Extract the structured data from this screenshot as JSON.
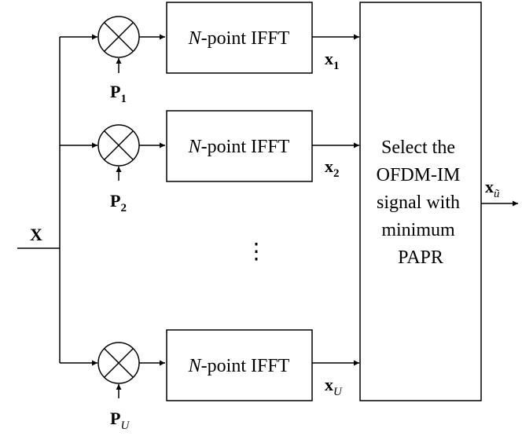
{
  "input": {
    "label": "X"
  },
  "branches": [
    {
      "phase_symbol": "P",
      "phase_subscript": "1",
      "block_var": "N",
      "block_rest": "-point IFFT",
      "output_symbol": "x",
      "output_subscript": "1"
    },
    {
      "phase_symbol": "P",
      "phase_subscript": "2",
      "block_var": "N",
      "block_rest": "-point IFFT",
      "output_symbol": "x",
      "output_subscript": "2"
    },
    {
      "phase_symbol": "P",
      "phase_subscript": "U",
      "block_var": "N",
      "block_rest": "-point IFFT",
      "output_symbol": "x",
      "output_subscript": "U"
    }
  ],
  "ellipsis": "⋮",
  "selector": {
    "lines": [
      "Select the",
      "OFDM-IM",
      "signal with",
      "minimum",
      "PAPR"
    ]
  },
  "output": {
    "symbol": "x",
    "subscript": "ũ"
  },
  "colors": {
    "stroke": "#000000",
    "background": "#ffffff"
  },
  "icons": {
    "multiplier": "circled-times-icon"
  }
}
